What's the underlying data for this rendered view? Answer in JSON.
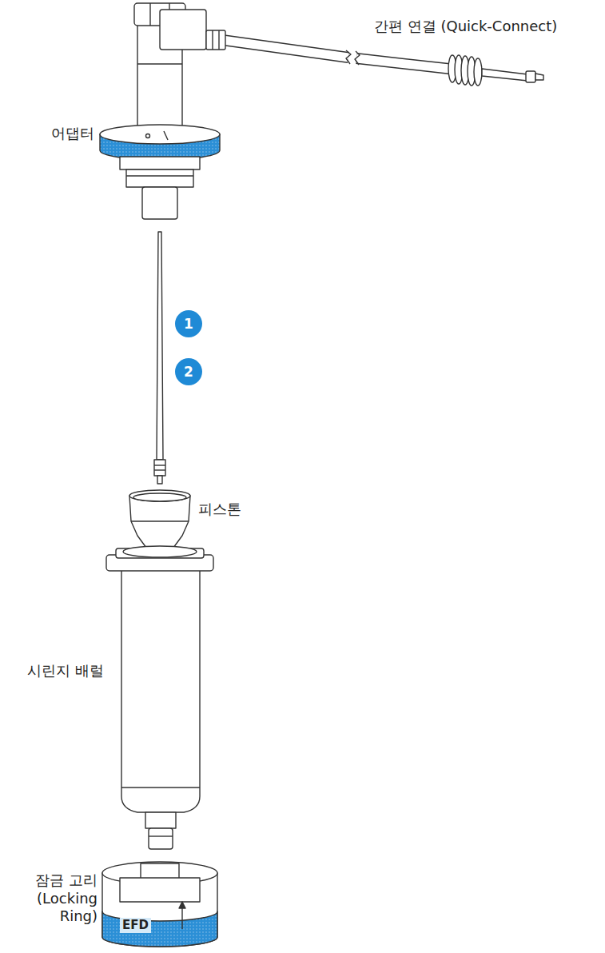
{
  "diagram": {
    "nodes": [
      {
        "text": [
          "1"
        ]
      },
      {
        "text": [
          "2"
        ]
      }
    ],
    "labels": [
      "간편 연결 (Quick-Connect)",
      "어댑터",
      "피스톤",
      "시린지 배럴",
      "잠금 고리 (Locking Ring)",
      "EFD"
    ]
  }
}
